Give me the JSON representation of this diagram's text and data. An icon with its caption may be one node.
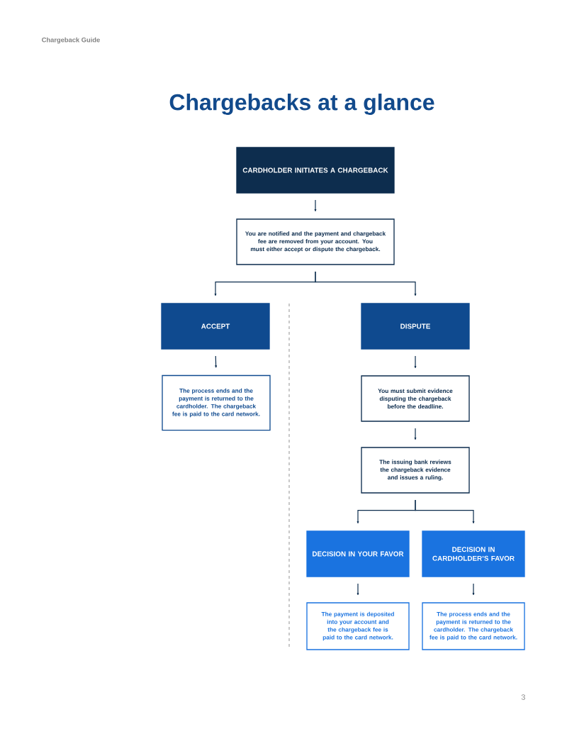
{
  "diagram": {
    "title": "Chargebacks at a glance",
    "nodes": [
      {
        "text": [
          "CARDHOLDER INITIATES A CHARGEBACK"
        ]
      },
      {
        "text": [
          "You are notified and the payment and chargeback fee are removed from your account. You must either accept or dispute the chargeback."
        ]
      },
      {
        "text": [
          "ACCEPT"
        ]
      },
      {
        "text": [
          "DISPUTE"
        ]
      },
      {
        "text": [
          "The process ends and the payment is returned to the cardholder. The chargeback fee is paid to the card network."
        ]
      },
      {
        "text": [
          "You must submit evidence disputing the chargeback before the deadline."
        ]
      },
      {
        "text": [
          "The issuing bank reviews the chargeback evidence and issues a ruling."
        ]
      },
      {
        "text": [
          "DECISION IN YOUR FAVOR"
        ]
      },
      {
        "text": [
          "DECISION IN CARDHOLDER’S FAVOR"
        ]
      },
      {
        "text": [
          "The payment is deposited into your account and the chargeback fee is paid to the card network."
        ]
      },
      {
        "text": [
          "The process ends and the payment is returned to the cardholder. The chargeback fee is paid to the card network."
        ]
      }
    ],
    "edges": [
      {
        "from": 0,
        "to": 1,
        "arrow": "to"
      },
      {
        "from": 1,
        "to": 2,
        "arrow": "to"
      },
      {
        "from": 1,
        "to": 3,
        "arrow": "to"
      },
      {
        "from": 2,
        "to": 4,
        "arrow": "to"
      },
      {
        "from": 3,
        "to": 5,
        "arrow": "to"
      },
      {
        "from": 5,
        "to": 6,
        "arrow": "to"
      },
      {
        "from": 6,
        "to": 7,
        "arrow": "to"
      },
      {
        "from": 6,
        "to": 8,
        "arrow": "to"
      },
      {
        "from": 7,
        "to": 9,
        "arrow": "to"
      },
      {
        "from": 8,
        "to": 10,
        "arrow": "to"
      }
    ],
    "labels": [
      "Chargeback Guide",
      "3"
    ]
  }
}
